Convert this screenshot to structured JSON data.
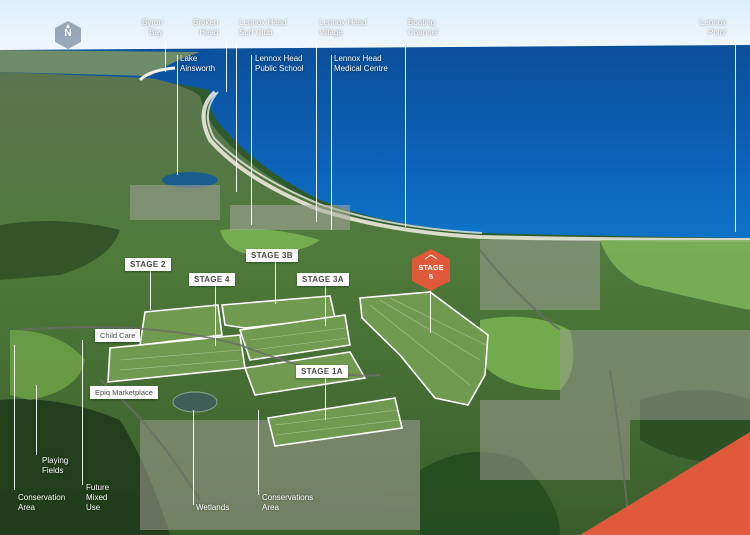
{
  "labels": {
    "byron_bay": "Byron\nBay",
    "broken_head": "Broken\nHead",
    "lennox_surf_club": "Lennox Head\nSurf Club",
    "lennox_village": "Lennox Head\nVillage",
    "boating_channel": "Boating\nChannel",
    "lennox_point": "Lennox\nPoint",
    "lake_ainsworth": "Lake\nAinsworth",
    "public_school": "Lennox Head\nPublic School",
    "medical_centre": "Lennox Head\nMedical Centre",
    "playing_fields": "Playing\nFields",
    "conservation_area": "Conservation\nArea",
    "future_mixed_use": "Future\nMixed\nUse",
    "wetlands": "Wetlands",
    "conservations_area": "Conservations\nArea"
  },
  "stages": {
    "stage_2": "STAGE 2",
    "stage_4": "STAGE 4",
    "stage_3b": "STAGE 3B",
    "stage_3a": "STAGE 3A",
    "stage_1a": "STAGE 1A",
    "stage_5_line1": "STAGE",
    "stage_5_line2": "5"
  },
  "pills": {
    "child_care": "Child Care",
    "epiq_marketplace": "Epiq Marketplace"
  },
  "north": "N",
  "colors": {
    "sky": "#e8f3fb",
    "ocean": "#0b57a6",
    "land": "#4f7a3d",
    "accent_orange": "#e0593a",
    "label_white": "#ffffff"
  }
}
